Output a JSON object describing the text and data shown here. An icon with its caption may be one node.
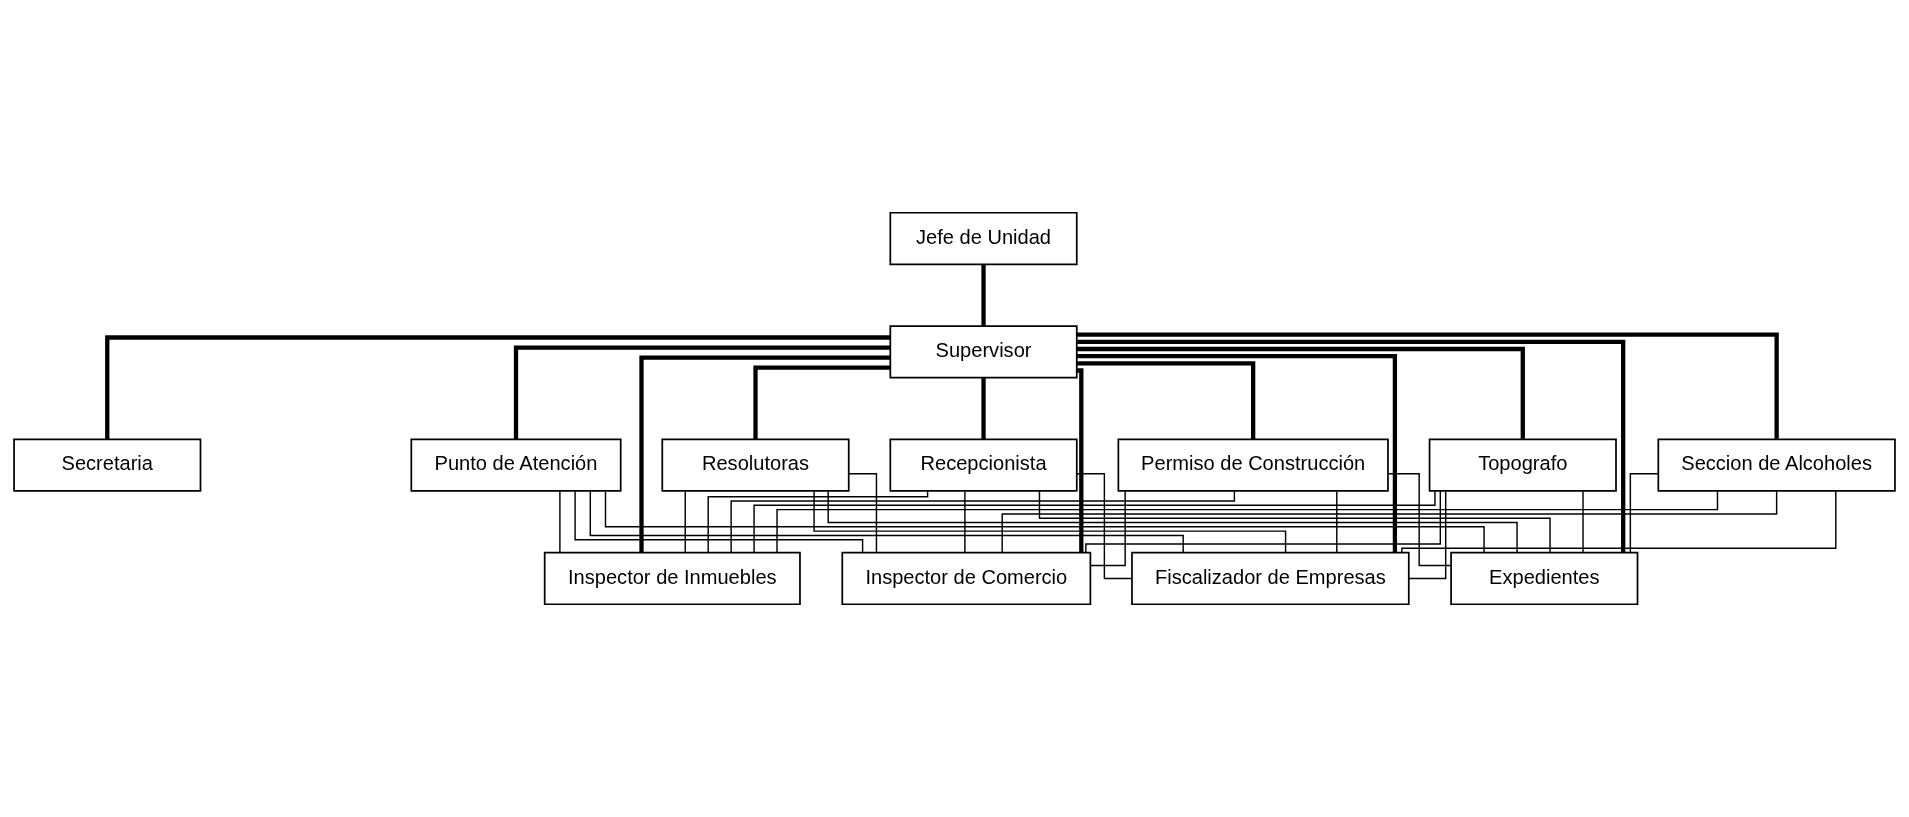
{
  "diagram": {
    "nodes": [
      {
        "text": [
          "Jefe de Unidad"
        ]
      },
      {
        "text": [
          "Supervisor"
        ]
      },
      {
        "text": [
          "Secretaria"
        ]
      },
      {
        "text": [
          "Punto de Atención"
        ]
      },
      {
        "text": [
          "Resolutoras"
        ]
      },
      {
        "text": [
          "Recepcionista"
        ]
      },
      {
        "text": [
          "Permiso de Construcción"
        ]
      },
      {
        "text": [
          "Topografo"
        ]
      },
      {
        "text": [
          "Seccion de Alcoholes"
        ]
      },
      {
        "text": [
          "Inspector de Inmuebles"
        ]
      },
      {
        "text": [
          "Inspector de Comercio"
        ]
      },
      {
        "text": [
          "Fiscalizador de Empresas"
        ]
      },
      {
        "text": [
          "Expedientes"
        ]
      }
    ],
    "edges": [
      {
        "from": 0,
        "to": 1,
        "arrow": "none",
        "style": "thick"
      },
      {
        "from": 1,
        "to": 2,
        "arrow": "none",
        "style": "thick"
      },
      {
        "from": 1,
        "to": 3,
        "arrow": "none",
        "style": "thick"
      },
      {
        "from": 1,
        "to": 4,
        "arrow": "none",
        "style": "thick"
      },
      {
        "from": 1,
        "to": 5,
        "arrow": "none",
        "style": "thick"
      },
      {
        "from": 1,
        "to": 6,
        "arrow": "none",
        "style": "thick"
      },
      {
        "from": 1,
        "to": 7,
        "arrow": "none",
        "style": "thick"
      },
      {
        "from": 1,
        "to": 8,
        "arrow": "none",
        "style": "thick"
      },
      {
        "from": 1,
        "to": 9,
        "arrow": "none",
        "style": "thick"
      },
      {
        "from": 1,
        "to": 10,
        "arrow": "none",
        "style": "thick"
      },
      {
        "from": 1,
        "to": 11,
        "arrow": "none",
        "style": "thick"
      },
      {
        "from": 1,
        "to": 12,
        "arrow": "none",
        "style": "thick"
      },
      {
        "from": 3,
        "to": 9,
        "arrow": "none"
      },
      {
        "from": 3,
        "to": 10,
        "arrow": "none"
      },
      {
        "from": 3,
        "to": 11,
        "arrow": "none"
      },
      {
        "from": 3,
        "to": 12,
        "arrow": "none"
      },
      {
        "from": 4,
        "to": 9,
        "arrow": "none"
      },
      {
        "from": 4,
        "to": 10,
        "arrow": "none"
      },
      {
        "from": 4,
        "to": 11,
        "arrow": "none"
      },
      {
        "from": 4,
        "to": 12,
        "arrow": "none"
      },
      {
        "from": 5,
        "to": 9,
        "arrow": "none"
      },
      {
        "from": 5,
        "to": 10,
        "arrow": "none"
      },
      {
        "from": 5,
        "to": 11,
        "arrow": "none"
      },
      {
        "from": 5,
        "to": 12,
        "arrow": "none"
      },
      {
        "from": 6,
        "to": 9,
        "arrow": "none"
      },
      {
        "from": 6,
        "to": 10,
        "arrow": "none"
      },
      {
        "from": 6,
        "to": 11,
        "arrow": "none"
      },
      {
        "from": 6,
        "to": 12,
        "arrow": "none"
      },
      {
        "from": 7,
        "to": 9,
        "arrow": "none"
      },
      {
        "from": 7,
        "to": 10,
        "arrow": "none"
      },
      {
        "from": 7,
        "to": 11,
        "arrow": "none"
      },
      {
        "from": 7,
        "to": 12,
        "arrow": "none"
      },
      {
        "from": 8,
        "to": 9,
        "arrow": "none"
      },
      {
        "from": 8,
        "to": 10,
        "arrow": "none"
      },
      {
        "from": 8,
        "to": 11,
        "arrow": "none"
      },
      {
        "from": 8,
        "to": 12,
        "arrow": "none"
      }
    ]
  }
}
